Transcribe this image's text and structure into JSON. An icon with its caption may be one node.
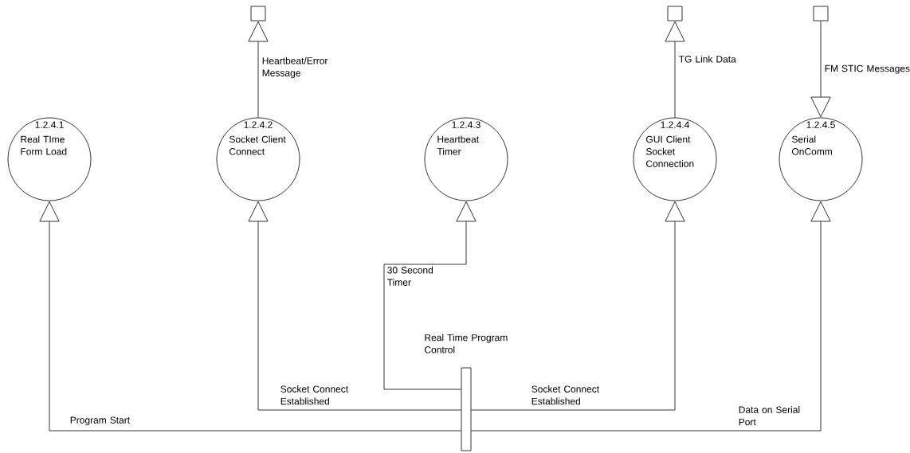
{
  "diagram": {
    "nodes": [
      {
        "text": [
          "1.2.4.1",
          "Real TIme Form Load"
        ]
      },
      {
        "text": [
          "1.2.4.2",
          "Socket Client Connect"
        ]
      },
      {
        "text": [
          "1.2.4.3",
          "Heartbeat Timer"
        ]
      },
      {
        "text": [
          "1.2.4.4",
          "GUI Client Socket Connection"
        ]
      },
      {
        "text": [
          "1.2.4.5",
          "Serial OnComm"
        ]
      },
      {
        "text": [],
        "shape": "box"
      },
      {
        "text": [],
        "shape": "box"
      },
      {
        "text": [],
        "shape": "box"
      },
      {
        "text": [
          "Real Time Program Control"
        ]
      }
    ],
    "edges": [
      {
        "from": 1,
        "to": 5,
        "arrow": "to",
        "label": "Heartbeat/Error Message"
      },
      {
        "from": 3,
        "to": 6,
        "arrow": "to",
        "label": "TG Link Data"
      },
      {
        "from": 7,
        "to": 4,
        "arrow": "to",
        "label": "FM STIC Messages"
      },
      {
        "from": 8,
        "to": 0,
        "arrow": "to",
        "label": "Program Start"
      },
      {
        "from": 8,
        "to": 1,
        "arrow": "to",
        "label": "Socket Connect Established"
      },
      {
        "from": 8,
        "to": 2,
        "arrow": "to",
        "label": "30 Second Timer"
      },
      {
        "from": 8,
        "to": 3,
        "arrow": "to",
        "label": "Socket Connect Established"
      },
      {
        "from": 8,
        "to": 4,
        "arrow": "to",
        "label": "Data on Serial Port"
      }
    ]
  }
}
